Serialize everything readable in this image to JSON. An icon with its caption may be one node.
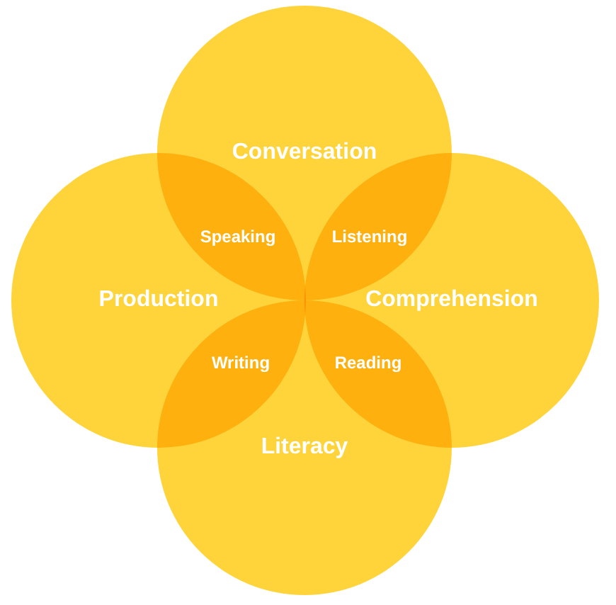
{
  "diagram": {
    "nodes": [
      {
        "text": [
          "Conversation"
        ]
      },
      {
        "text": [
          "Production"
        ]
      },
      {
        "text": [
          "Comprehension"
        ]
      },
      {
        "text": [
          "Literacy"
        ]
      }
    ],
    "labels": [
      "Speaking",
      "Listening",
      "Writing",
      "Reading"
    ]
  }
}
